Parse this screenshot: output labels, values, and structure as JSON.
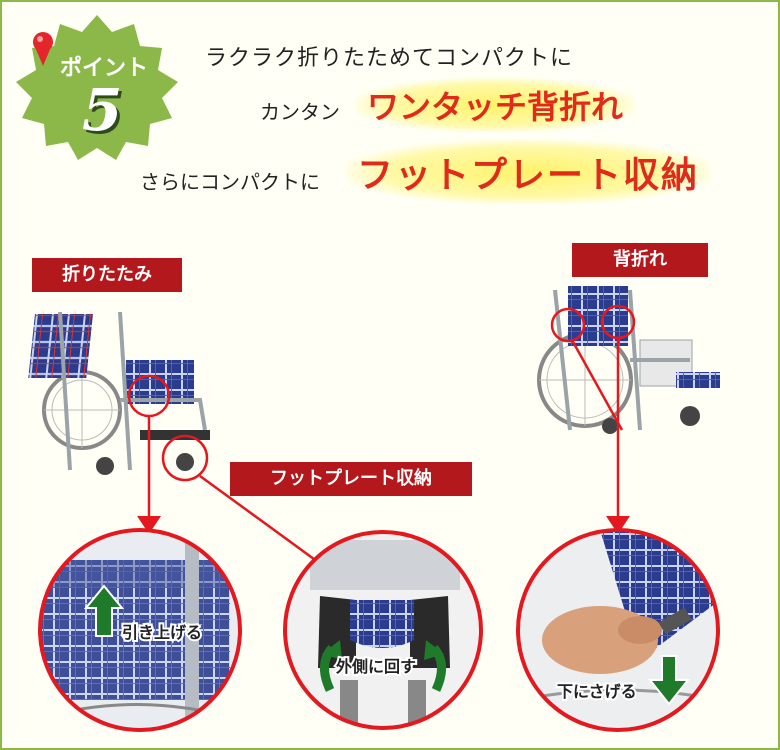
{
  "badge": {
    "label": "ポイント",
    "number": "5"
  },
  "headline": {
    "line1": "ラクラク折りたためてコンパクトに",
    "line2_prefix": "カンタン",
    "line2_emphasis": "ワンタッチ背折れ",
    "line3_prefix": "さらにコンパクトに",
    "line3_emphasis": "フットプレート収納"
  },
  "labels": {
    "fold": "折りたたみ",
    "footplate": "フットプレート収納",
    "backfold": "背折れ"
  },
  "captions": {
    "pull_up": "引き上げる",
    "rotate_out": "外側に回す",
    "push_down": "下にさげる"
  },
  "colors": {
    "accent_red": "#e02a1a",
    "label_red": "#b3181d",
    "badge_green": "#8cb84a",
    "highlight_yellow": "#fff36b"
  }
}
